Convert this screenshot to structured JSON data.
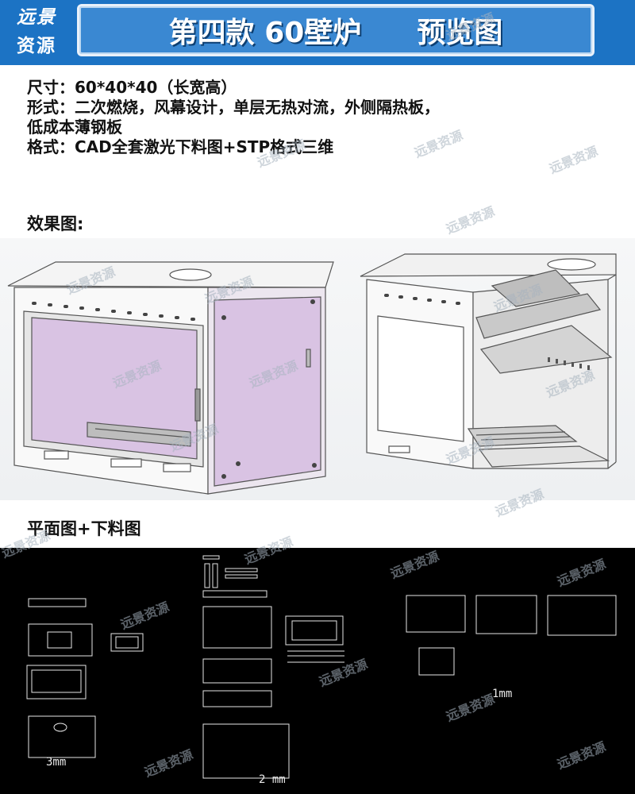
{
  "header": {
    "brand_line1": "远景",
    "brand_line2": "资源",
    "title": "第四款 60壁炉",
    "subtitle": "预览图"
  },
  "specs": {
    "size": "尺寸：60*40*40（长宽高）",
    "form_line1": "形式：二次燃烧，风幕设计，单层无热对流，外侧隔热板，",
    "form_line2": "低成本薄钢板",
    "format": "格式：CAD全套激光下料图+STP格式三维"
  },
  "sections": {
    "render_label": "效果图:",
    "cad_label": "平面图+下料图"
  },
  "cad": {
    "thickness_3": "3mm",
    "thickness_2": "2 mm",
    "thickness_1": "1mm"
  },
  "watermark": {
    "text": "远景资源"
  },
  "colors": {
    "header_blue": "#1c73c4",
    "glass_purple": "#d9c3e3",
    "cad_background": "#000000"
  }
}
